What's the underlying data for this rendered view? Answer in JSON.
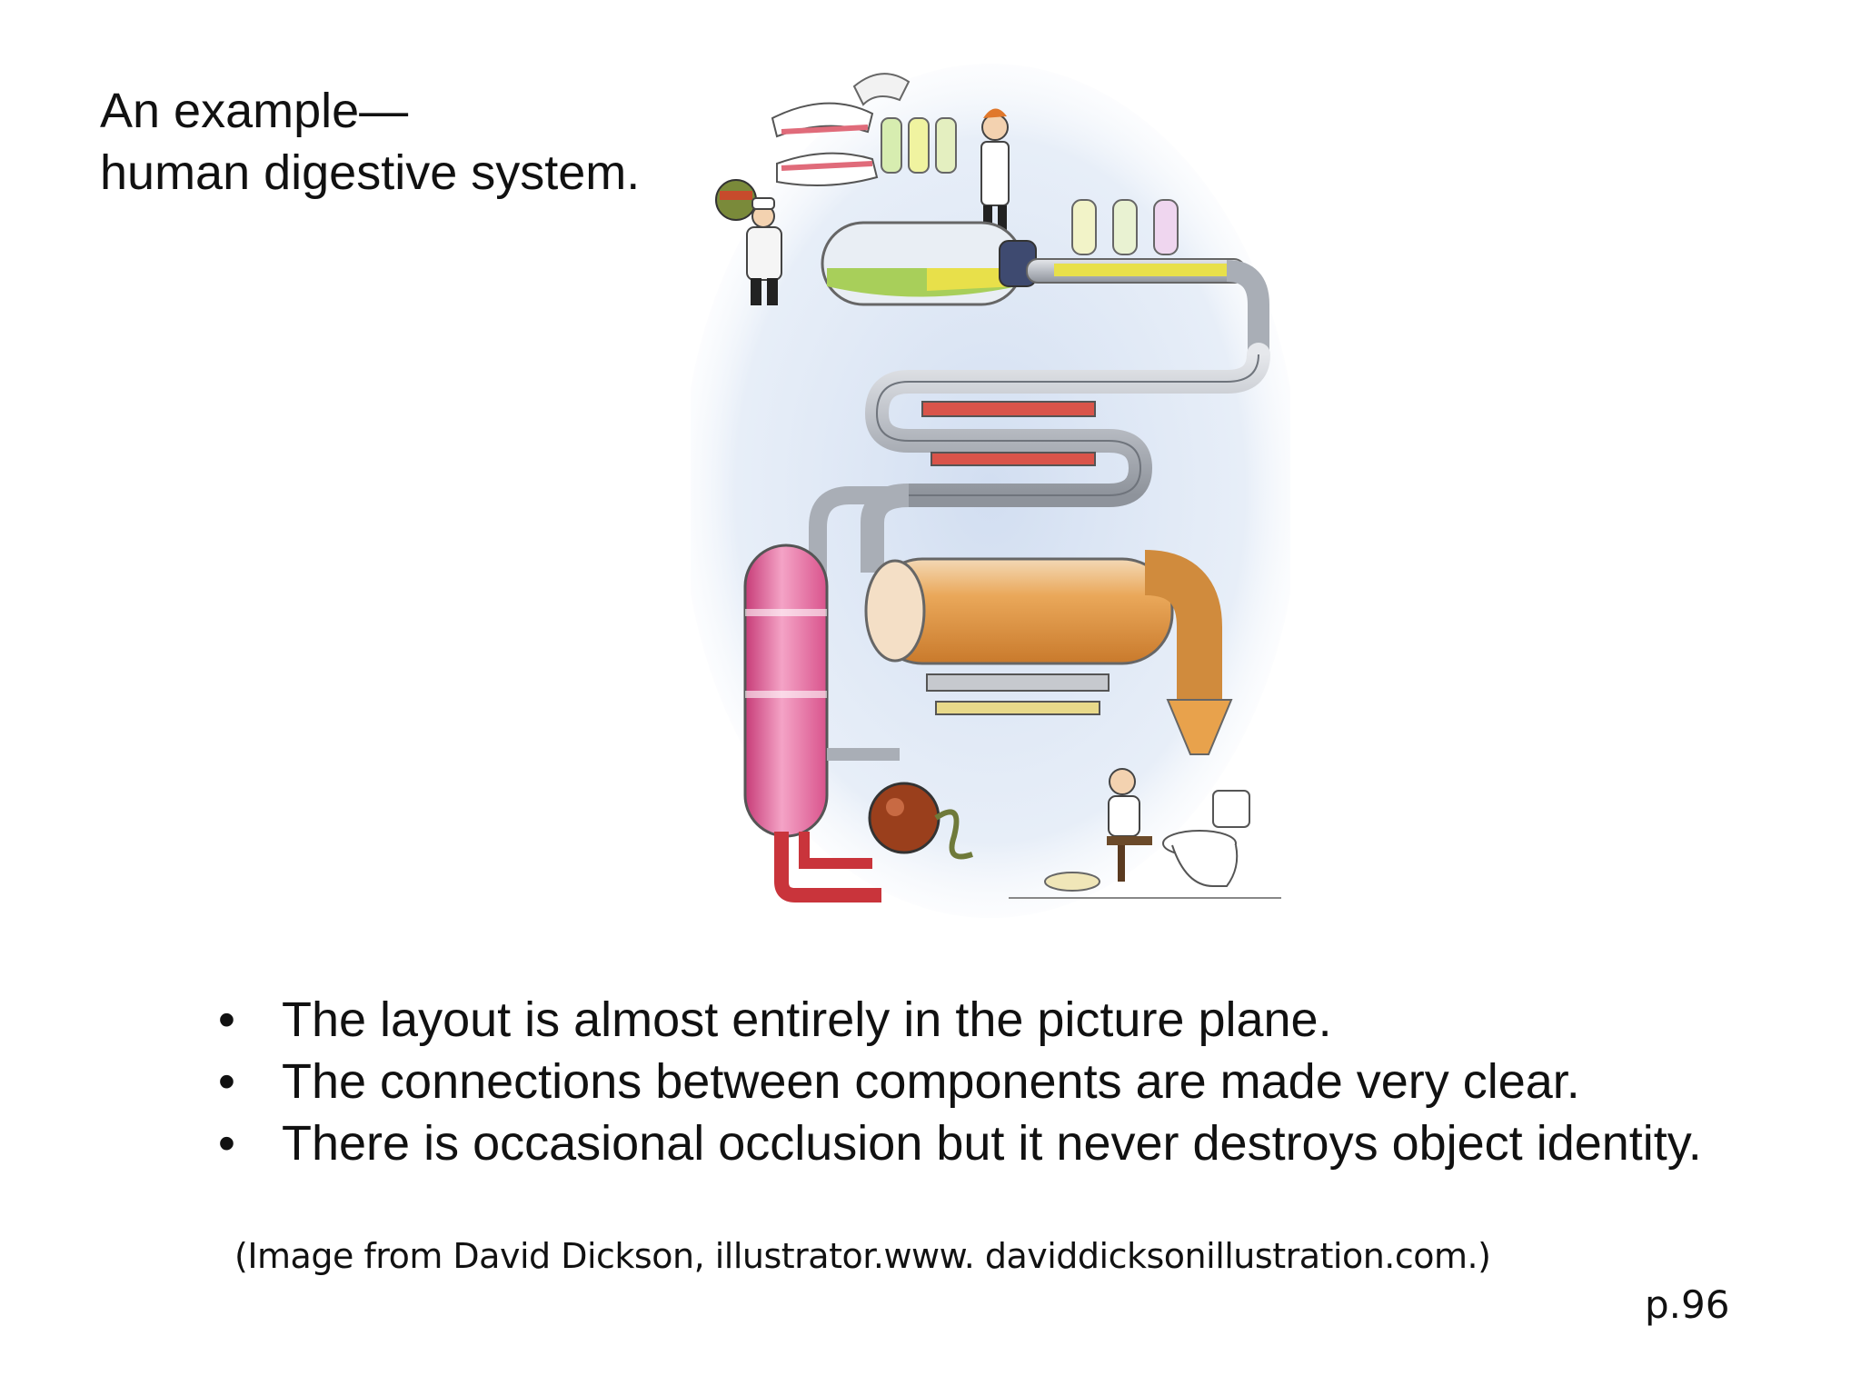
{
  "slide": {
    "title_lines": [
      "An example—",
      "human digestive system."
    ],
    "bullets": [
      "The layout is almost entirely in the picture plane.",
      "The connections between components are made very clear.",
      "There is occasional occlusion but it never destroys object identity."
    ],
    "bullet_glyph": "•",
    "credit": "(Image from David Dickson, illustrator.www. daviddicksonillustration.com.)",
    "page_number": "p.96"
  },
  "illustration": {
    "subject": "digestive-system-machine-illustration",
    "colors": {
      "background_glow": "#cfdcf0",
      "pipe": "#b9bdc4",
      "stomach_fluid": "#a8cf5a",
      "yellow_fluid": "#e8e04a",
      "intestine_orange": "#e8a24c",
      "pink_tank": "#e2669a",
      "red_pipe": "#c9343b",
      "brown_pump": "#9a3f1c",
      "heat_bars": "#d9544a"
    }
  }
}
